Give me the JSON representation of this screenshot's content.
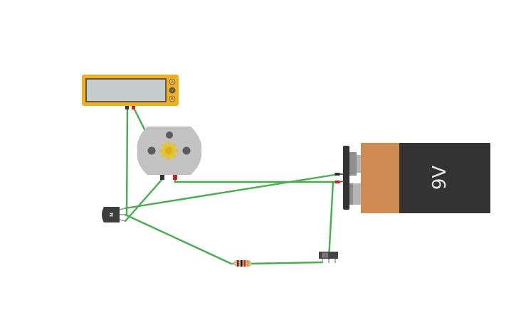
{
  "canvas": {
    "background": "#ffffff",
    "wire_color": "#44b04b"
  },
  "multimeter": {
    "terminals": [
      "A",
      "V",
      "B"
    ],
    "body_color": "#f2ae1c",
    "display_color": "#c5ccce",
    "display_value": ""
  },
  "motor": {
    "body_color": "#c2c2c2",
    "gear_color": "#e6c326",
    "gear_icon": "gear-icon"
  },
  "transistor": {
    "label": "N",
    "body_color": "#3d3d3d"
  },
  "battery": {
    "label": "9V",
    "cap_color": "#d08b51",
    "body_color": "#333333"
  },
  "resistor": {
    "body_color": "#d9b884",
    "bands": [
      "#7a1f1f",
      "#111111",
      "#d4231f",
      "#c9a23a"
    ]
  },
  "switch": {
    "body_color": "#444444"
  },
  "probe_colors": {
    "negative": "#333333",
    "positive": "#cc2222"
  }
}
